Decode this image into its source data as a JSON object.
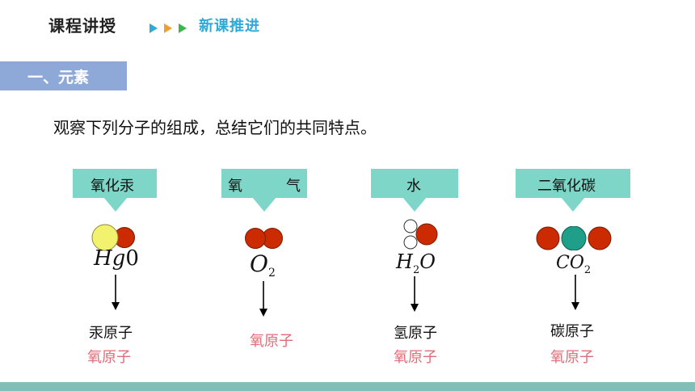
{
  "header": {
    "title": "课程讲授",
    "subtitle": "新课推进"
  },
  "section": {
    "label": "一、元素"
  },
  "intro": "观察下列分子的组成，总结它们的共同特点。",
  "molecules": [
    {
      "label": "氧化汞",
      "formula_main": "Hg",
      "formula_tail": "0",
      "line1": "汞原子",
      "line2": "氧原子"
    },
    {
      "label_left": "氧",
      "label_right": "气",
      "formula_main": "O",
      "formula_sub": "2",
      "line1": "氧原子"
    },
    {
      "label": "水",
      "formula_h": "H",
      "formula_sub": "2",
      "formula_o": "O",
      "line1": "氢原子",
      "line2": "氧原子"
    },
    {
      "label": "二氧化碳",
      "formula_main": "CO",
      "formula_sub": "2",
      "line1": "碳原子",
      "line2": "氧原子"
    }
  ],
  "colors": {
    "header_arrows": [
      "#2fa9d6",
      "#f0a030",
      "#3cb54a"
    ],
    "label_box": "#7ed6c8",
    "section_tab": "#8ea9d8",
    "oxygen": "#cc2a00",
    "mercury": "#f2f26e",
    "carbon": "#1f9e8a",
    "hydrogen": "#ffffff",
    "atom_text_secondary": "#e06c78"
  }
}
